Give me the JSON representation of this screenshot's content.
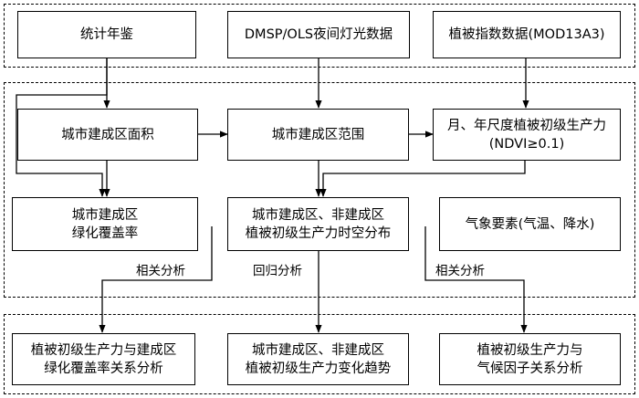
{
  "inputs": {
    "stat_yearbook": "统计年鉴",
    "dmsp_ols": "DMSP/OLS夜间灯光数据",
    "ndvi_data": "植被指数数据(MOD13A3)"
  },
  "middle": {
    "urban_area": "城市建成区面积",
    "urban_extent": "城市建成区范围",
    "npp_line1": "月、年尺度植被初级生产力",
    "npp_line2": "(NDVI≥0.1)",
    "green_cover_line1": "城市建成区",
    "green_cover_line2": "绿化覆盖率",
    "spatiotemporal_line1": "城市建成区、非建成区",
    "spatiotemporal_line2": "植被初级生产力时空分布",
    "climate": "气象要素(气温、降水)"
  },
  "edge_labels": {
    "correlation_left": "相关分析",
    "regression": "回归分析",
    "correlation_right": "相关分析"
  },
  "outputs": {
    "out1_line1": "植被初级生产力与建成区",
    "out1_line2": "绿化覆盖率关系分析",
    "out2_line1": "城市建成区、非建成区",
    "out2_line2": "植被初级生产力变化趋势",
    "out3_line1": "植被初级生产力与",
    "out3_line2": "气候因子关系分析"
  }
}
